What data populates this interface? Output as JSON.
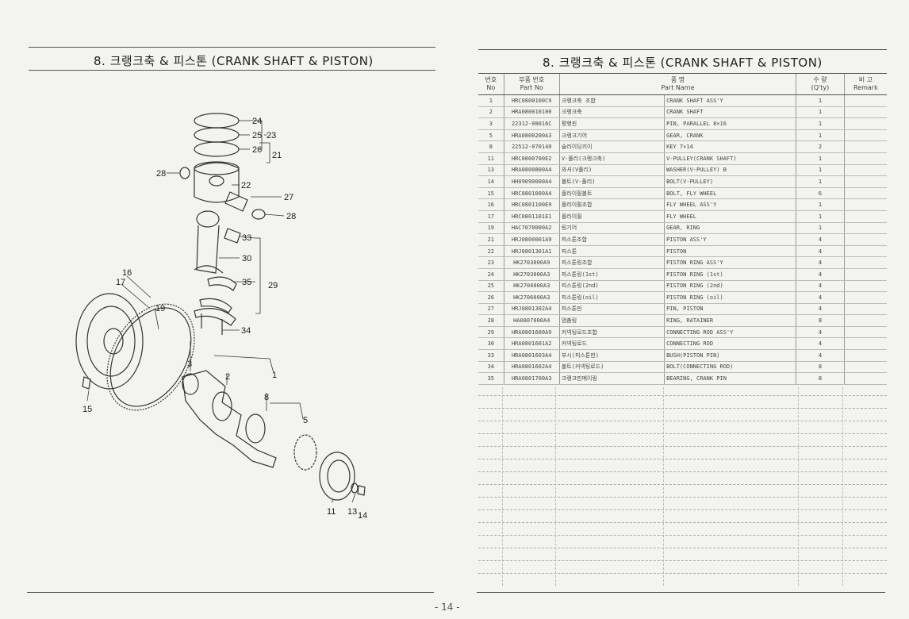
{
  "left_title": "8. 크랭크축 & 피스톤 (CRANK SHAFT & PISTON)",
  "right_title": "8. 크랭크축 & 피스톤 (CRANK SHAFT & PISTON)",
  "page_number": "- 14 -",
  "table": {
    "headers": {
      "no_ko": "번호",
      "no_en": "No",
      "part_no_ko": "부품 번호",
      "part_no_en": "Part No",
      "name_ko": "품 명",
      "name_en": "Part Name",
      "qty_ko": "수 량",
      "qty_en": "(Q'ty)",
      "remark_ko": "비 고",
      "remark_en": "Remark"
    },
    "rows": [
      {
        "no": "1",
        "part_no": "HRC0800100C9",
        "name_ko": "크랭크축 조합",
        "name_en": "CRANK SHAFT ASS'Y",
        "qty": "1"
      },
      {
        "no": "2",
        "part_no": "HRA080010100",
        "name_ko": "크랭크축",
        "name_en": "CRANK SHAFT",
        "qty": "1"
      },
      {
        "no": "3",
        "part_no": "22312-08016C",
        "name_ko": "평행핀",
        "name_en": "PIN, PARALLEL 8×16",
        "qty": "1"
      },
      {
        "no": "5",
        "part_no": "HRA0800200A3",
        "name_ko": "크랭크기어",
        "name_en": "GEAR, CRANK",
        "qty": "1"
      },
      {
        "no": "8",
        "part_no": "22512-070140",
        "name_ko": "슬라이딩키이",
        "name_en": "KEY 7×14",
        "qty": "2"
      },
      {
        "no": "11",
        "part_no": "HRC0800700E2",
        "name_ko": "V-풀리(크랭크축)",
        "name_en": "V-PULLEY(CRANK SHAFT)",
        "qty": "1"
      },
      {
        "no": "13",
        "part_no": "HRA0800800A4",
        "name_ko": "와셔(V풀리)",
        "name_en": "WASHER(V-PULLEY) B",
        "qty": "1"
      },
      {
        "no": "14",
        "part_no": "HH09090000A4",
        "name_ko": "볼트(V-풀리)",
        "name_en": "BOLT(V-PULLEY)",
        "qty": "1"
      },
      {
        "no": "15",
        "part_no": "HRC0801000A4",
        "name_ko": "플라이휠볼트",
        "name_en": "BOLT, FLY WHEEL",
        "qty": "6"
      },
      {
        "no": "16",
        "part_no": "HRC0801100E9",
        "name_ko": "플라이휠조합",
        "name_en": "FLY WHEEL ASS'Y",
        "qty": "1"
      },
      {
        "no": "17",
        "part_no": "HRC0801101E1",
        "name_ko": "플라이휠",
        "name_en": "FLY WHEEL",
        "qty": "1"
      },
      {
        "no": "19",
        "part_no": "HAC7070000A2",
        "name_ko": "링기어",
        "name_en": "GEAR, RING",
        "qty": "1"
      },
      {
        "no": "21",
        "part_no": "HRJ0800001A9",
        "name_ko": "피스톤조합",
        "name_en": "PISTON ASS'Y",
        "qty": "4"
      },
      {
        "no": "22",
        "part_no": "HRJ0801301A1",
        "name_ko": "피스톤",
        "name_en": "PISTON",
        "qty": "4"
      },
      {
        "no": "23",
        "part_no": "HK2703000A9",
        "name_ko": "피스톤링조합",
        "name_en": "PISTON RING ASS'Y",
        "qty": "4"
      },
      {
        "no": "24",
        "part_no": "HK2703000A3",
        "name_ko": "피스톤링(1st)",
        "name_en": "PISTON RING (1st)",
        "qty": "4"
      },
      {
        "no": "25",
        "part_no": "HK2704000A3",
        "name_ko": "피스톤링(2nd)",
        "name_en": "PISTON RING (2nd)",
        "qty": "4"
      },
      {
        "no": "26",
        "part_no": "HK2706000A3",
        "name_ko": "피스톤링(oil)",
        "name_en": "PISTON RING (oil)",
        "qty": "4"
      },
      {
        "no": "27",
        "part_no": "HRJ0801302A4",
        "name_ko": "피스톤핀",
        "name_en": "PIN, PISTON",
        "qty": "4"
      },
      {
        "no": "28",
        "part_no": "HA0807000A4",
        "name_ko": "멈춤링",
        "name_en": "RING, RATAINER",
        "qty": "8"
      },
      {
        "no": "29",
        "part_no": "HRA0801600A9",
        "name_ko": "커넥팅로드조합",
        "name_en": "CONNECTING ROD ASS'Y",
        "qty": "4"
      },
      {
        "no": "30",
        "part_no": "HRA0801601A2",
        "name_ko": "커넥팅로드",
        "name_en": "CONNECTING ROD",
        "qty": "4"
      },
      {
        "no": "33",
        "part_no": "HRA0801603A4",
        "name_ko": "부시(피스톤핀)",
        "name_en": "BUSH(PISTON PIN)",
        "qty": "4"
      },
      {
        "no": "34",
        "part_no": "HRA0801602A4",
        "name_ko": "볼트(커넥팅로드)",
        "name_en": "BOLT(CONNECTING ROD)",
        "qty": "8"
      },
      {
        "no": "35",
        "part_no": "HRA0801700A3",
        "name_ko": "크랭크핀메이링",
        "name_en": "BEARING, CRANK PIN",
        "qty": "8"
      }
    ]
  },
  "diagram_callouts": [
    "24",
    "25",
    "23",
    "26",
    "21",
    "28",
    "22",
    "27",
    "28",
    "33",
    "30",
    "35",
    "29",
    "34",
    "16",
    "17",
    "19",
    "3",
    "2",
    "1",
    "8",
    "5",
    "15",
    "11",
    "13",
    "14"
  ]
}
